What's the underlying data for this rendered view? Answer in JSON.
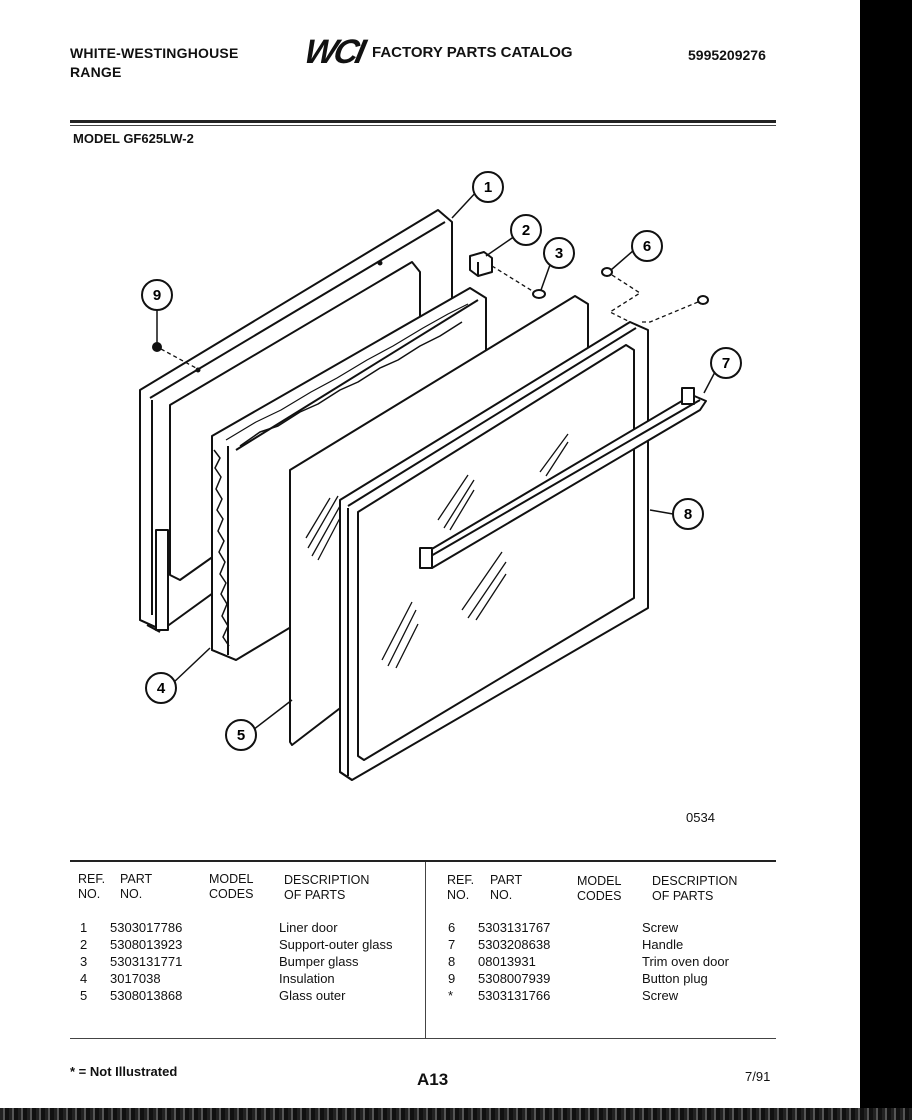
{
  "header": {
    "brand_line1": "WHITE-WESTINGHOUSE",
    "brand_line2": "RANGE",
    "logo": "WCI",
    "catalog_title": "FACTORY PARTS CATALOG",
    "catalog_number": "5995209276",
    "model": "MODEL GF625LW-2"
  },
  "diagram": {
    "figure_code": "0534",
    "callouts": [
      "1",
      "2",
      "3",
      "4",
      "5",
      "6",
      "7",
      "8",
      "9"
    ]
  },
  "table": {
    "headers": {
      "ref": [
        "REF.",
        "NO."
      ],
      "part": [
        "PART",
        "NO."
      ],
      "model": [
        "MODEL",
        "CODES"
      ],
      "desc": [
        "DESCRIPTION",
        "OF PARTS"
      ]
    },
    "left": [
      {
        "ref": "1",
        "part": "5303017786",
        "desc": "Liner door"
      },
      {
        "ref": "2",
        "part": "5308013923",
        "desc": "Support-outer glass"
      },
      {
        "ref": "3",
        "part": "5303131771",
        "desc": "Bumper glass"
      },
      {
        "ref": "4",
        "part": "3017038",
        "desc": "Insulation"
      },
      {
        "ref": "5",
        "part": "5308013868",
        "desc": "Glass outer"
      }
    ],
    "right": [
      {
        "ref": "6",
        "part": "5303131767",
        "desc": "Screw"
      },
      {
        "ref": "7",
        "part": "5303208638",
        "desc": "Handle"
      },
      {
        "ref": "8",
        "part": "08013931",
        "desc": "Trim oven door"
      },
      {
        "ref": "9",
        "part": "5308007939",
        "desc": "Button plug"
      },
      {
        "ref": "*",
        "part": "5303131766",
        "desc": "Screw"
      }
    ]
  },
  "footer": {
    "note": "* = Not Illustrated",
    "page": "A13",
    "date": "7/91"
  }
}
